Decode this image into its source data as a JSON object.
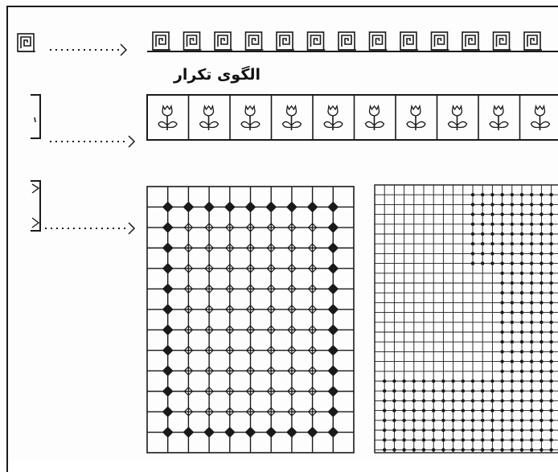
{
  "figure": {
    "caption": "الگوی تکرار",
    "rows": [
      {
        "id": "meander-row",
        "motif": "greek-key-square",
        "motif_count": 13
      },
      {
        "id": "tulip-row",
        "motif": "tulip-flower",
        "motif_count": 10
      },
      {
        "id": "grid-row",
        "motif": "octagon-dot-grid",
        "panels": 2
      }
    ],
    "colors": {
      "ink": "#1a1a1a",
      "paper": "#fdfdfd"
    }
  }
}
